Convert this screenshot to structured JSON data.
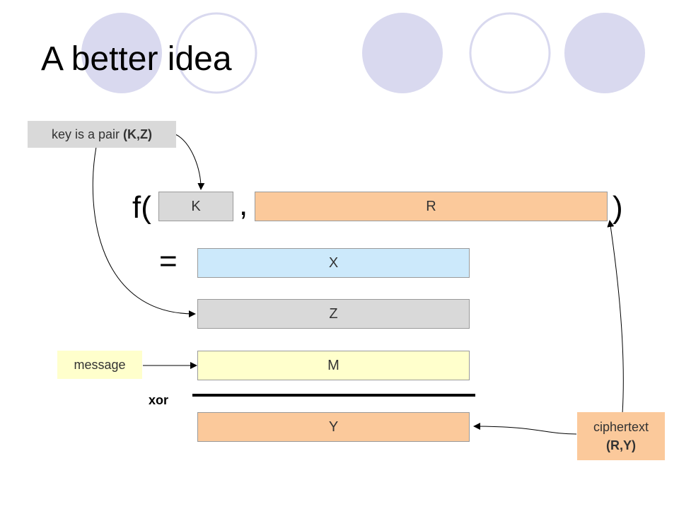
{
  "slide": {
    "title": "A better idea",
    "key_label_prefix": "key is a pair ",
    "key_label_bold": "(K,Z)",
    "function_open": "f(",
    "comma": ",",
    "function_close": ")",
    "equals": "=",
    "box_k": "K",
    "box_r": "R",
    "box_x": "X",
    "box_z": "Z",
    "box_m": "M",
    "box_y": "Y",
    "message_label": "message",
    "xor_label": "xor",
    "ciphertext_label": "ciphertext",
    "ciphertext_pair": "(R,Y)"
  },
  "colors": {
    "gray_fill": "#d9d9d9",
    "orange_fill": "#fbc99b",
    "blue_fill": "#cce9fb",
    "yellow_fill": "#ffffcc",
    "circle_fill": "#d9d9ef",
    "circle_stroke": "#d9d9ef"
  }
}
